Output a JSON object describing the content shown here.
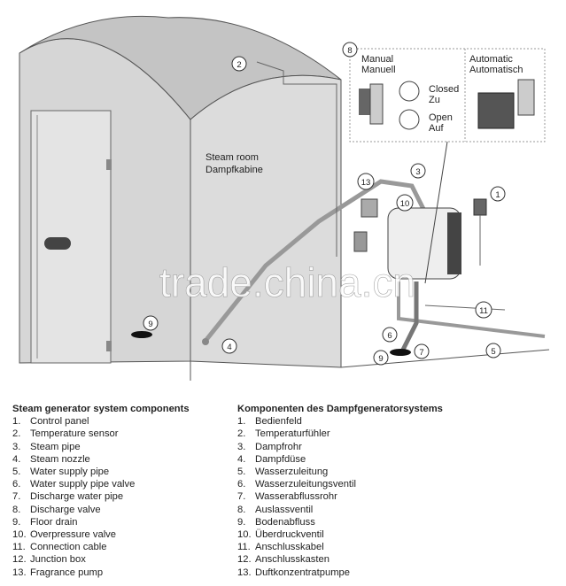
{
  "diagram": {
    "room_label": [
      "Steam room",
      "Dampfkabine"
    ],
    "valve_inset": {
      "number": "8",
      "manual": [
        "Manual",
        "Manuell"
      ],
      "automatic": [
        "Automatic",
        "Automatisch"
      ],
      "closed": [
        "Closed",
        "Zu"
      ],
      "open": [
        "Open",
        "Auf"
      ]
    },
    "callouts": [
      "1",
      "2",
      "3",
      "4",
      "5",
      "6",
      "7",
      "9",
      "9",
      "10",
      "11",
      "13"
    ],
    "watermark": "trade.china.cn"
  },
  "list_en": {
    "title": "Steam generator system components",
    "items": [
      {
        "n": "1.",
        "t": "Control panel"
      },
      {
        "n": "2.",
        "t": "Temperature sensor"
      },
      {
        "n": "3.",
        "t": "Steam pipe"
      },
      {
        "n": "4.",
        "t": "Steam nozzle"
      },
      {
        "n": "5.",
        "t": "Water supply pipe"
      },
      {
        "n": "6.",
        "t": "Water supply pipe valve"
      },
      {
        "n": "7.",
        "t": "Discharge water pipe"
      },
      {
        "n": "8.",
        "t": "Discharge valve"
      },
      {
        "n": "9.",
        "t": "Floor drain"
      },
      {
        "n": "10.",
        "t": "Overpressure valve"
      },
      {
        "n": "11.",
        "t": "Connection cable"
      },
      {
        "n": "12.",
        "t": "Junction box"
      },
      {
        "n": "13.",
        "t": "Fragrance pump"
      }
    ]
  },
  "list_de": {
    "title": "Komponenten des Dampfgeneratorsystems",
    "items": [
      {
        "n": "1.",
        "t": "Bedienfeld"
      },
      {
        "n": "2.",
        "t": "Temperaturfühler"
      },
      {
        "n": "3.",
        "t": "Dampfrohr"
      },
      {
        "n": "4.",
        "t": "Dampfdüse"
      },
      {
        "n": "5.",
        "t": "Wasserzuleitung"
      },
      {
        "n": "6.",
        "t": "Wasserzuleitungsventil"
      },
      {
        "n": "7.",
        "t": "Wasserabflussrohr"
      },
      {
        "n": "8.",
        "t": "Auslassventil"
      },
      {
        "n": "9.",
        "t": "Bodenabfluss"
      },
      {
        "n": "10.",
        "t": "Überdruckventil"
      },
      {
        "n": "11.",
        "t": "Anschlusskabel"
      },
      {
        "n": "12.",
        "t": "Anschlusskasten"
      },
      {
        "n": "13.",
        "t": "Duftkonzentratpumpe"
      }
    ]
  }
}
